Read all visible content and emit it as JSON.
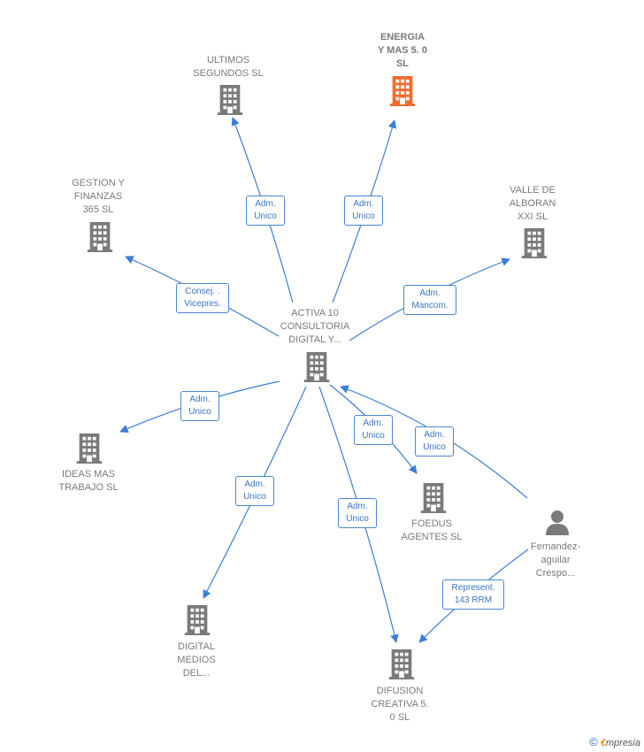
{
  "colors": {
    "line": "#3b7dd8",
    "building": "#7a7a7a",
    "highlight": "#f26b2f",
    "person": "#7a7a7a"
  },
  "nodes": {
    "center": {
      "label": "ACTIVA 10\nCONSULTORIA\nDIGITAL Y...",
      "icon": "building-icon"
    },
    "ultimos": {
      "label": "ULTIMOS\nSEGUNDOS  SL",
      "icon": "building-icon"
    },
    "energia": {
      "label": "ENERGIA\nY MAS 5. 0\nSL",
      "icon": "building-icon"
    },
    "gestion": {
      "label": "GESTION Y\nFINANZAS\n365 SL",
      "icon": "building-icon"
    },
    "valle": {
      "label": "VALLE DE\nALBORAN\nXXI  SL",
      "icon": "building-icon"
    },
    "ideas": {
      "label": "IDEAS MAS\nTRABAJO  SL",
      "icon": "building-icon"
    },
    "foedus": {
      "label": "FOEDUS\nAGENTES  SL",
      "icon": "building-icon"
    },
    "digital": {
      "label": "DIGITAL\nMEDIOS\nDEL...",
      "icon": "building-icon"
    },
    "difusion": {
      "label": "DIFUSION\nCREATIVA 5.\n0  SL",
      "icon": "building-icon"
    },
    "fernandez": {
      "label": "Fernandez-\naguilar\nCrespo...",
      "icon": "person-icon"
    }
  },
  "edges": {
    "ultimos": "Adm.\nUnico",
    "energia": "Adm.\nUnico",
    "gestion": "Consej. .\nVicepres.",
    "valle": "Adm.\nMancom.",
    "ideas": "Adm.\nUnico",
    "foedus": "Adm.\nUnico",
    "person_center": "Adm.\nUnico",
    "digital": "Adm.\nUnico",
    "difusion": "Adm.\nUnico",
    "person_difusion": "Represent.\n143 RRM"
  },
  "brand": {
    "copyright": "©",
    "e": "€",
    "rest": "mpresia"
  }
}
